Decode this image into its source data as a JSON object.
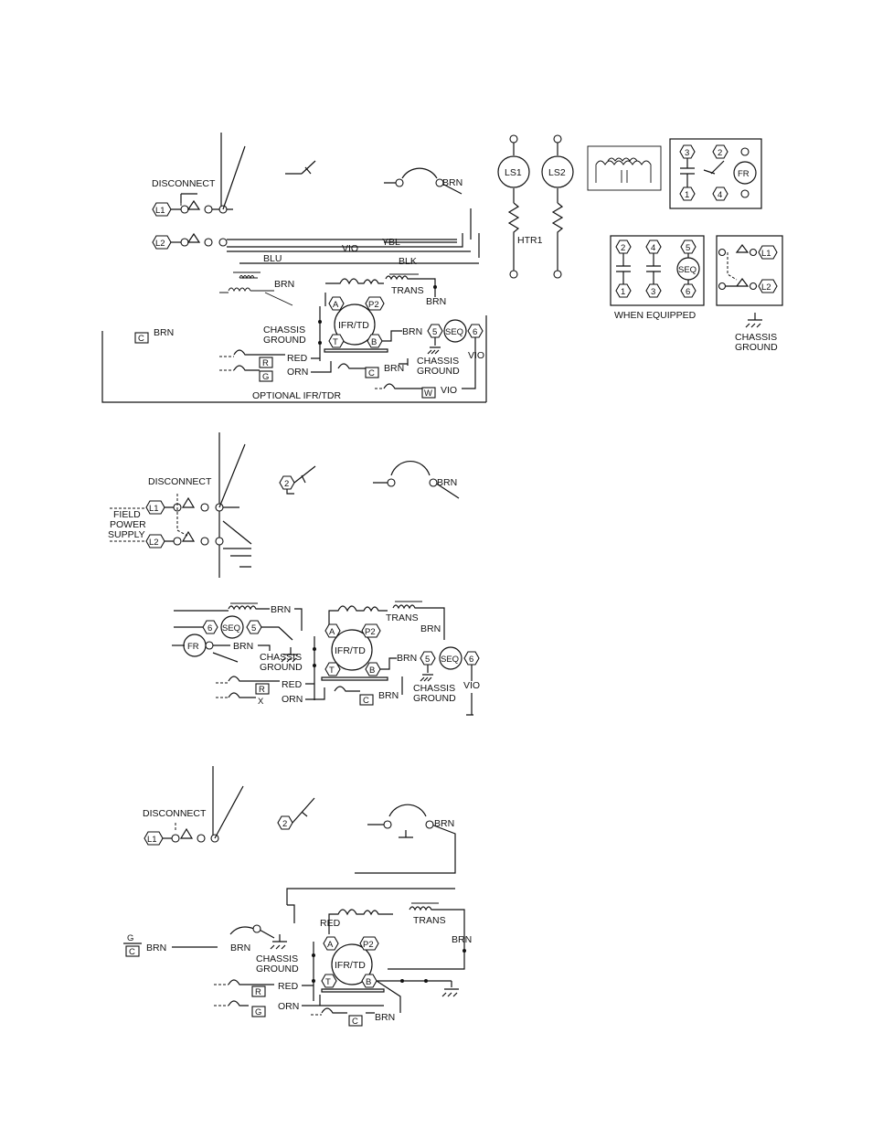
{
  "labels": {
    "disconnect": "DISCONNECT",
    "field_power_supply_1": "FIELD",
    "field_power_supply_2": "POWER",
    "field_power_supply_3": "SUPPLY",
    "chassis": "CHASSIS",
    "ground": "GROUND",
    "trans": "TRANS",
    "optional_ifr_tdr": "OPTIONAL IFR/TDR",
    "when_equipped": "WHEN EQUIPPED",
    "htr1": "HTR1"
  },
  "wires": {
    "brn": "BRN",
    "blu": "BLU",
    "vio": "VIO",
    "ybl": "YBL",
    "blk": "BLK",
    "red": "RED",
    "orn": "ORN"
  },
  "components": {
    "l1": "L1",
    "l2": "L2",
    "ifr_td": "IFR/TD",
    "seq": "SEQ",
    "fr": "FR",
    "ls1": "LS1",
    "ls2": "LS2",
    "a": "A",
    "p2": "P2",
    "t": "T",
    "b": "B"
  },
  "terminals": {
    "c": "C",
    "r": "R",
    "g": "G",
    "w": "W",
    "x": "X",
    "n1": "1",
    "n2": "2",
    "n3": "3",
    "n4": "4",
    "n5": "5",
    "n6": "6"
  }
}
